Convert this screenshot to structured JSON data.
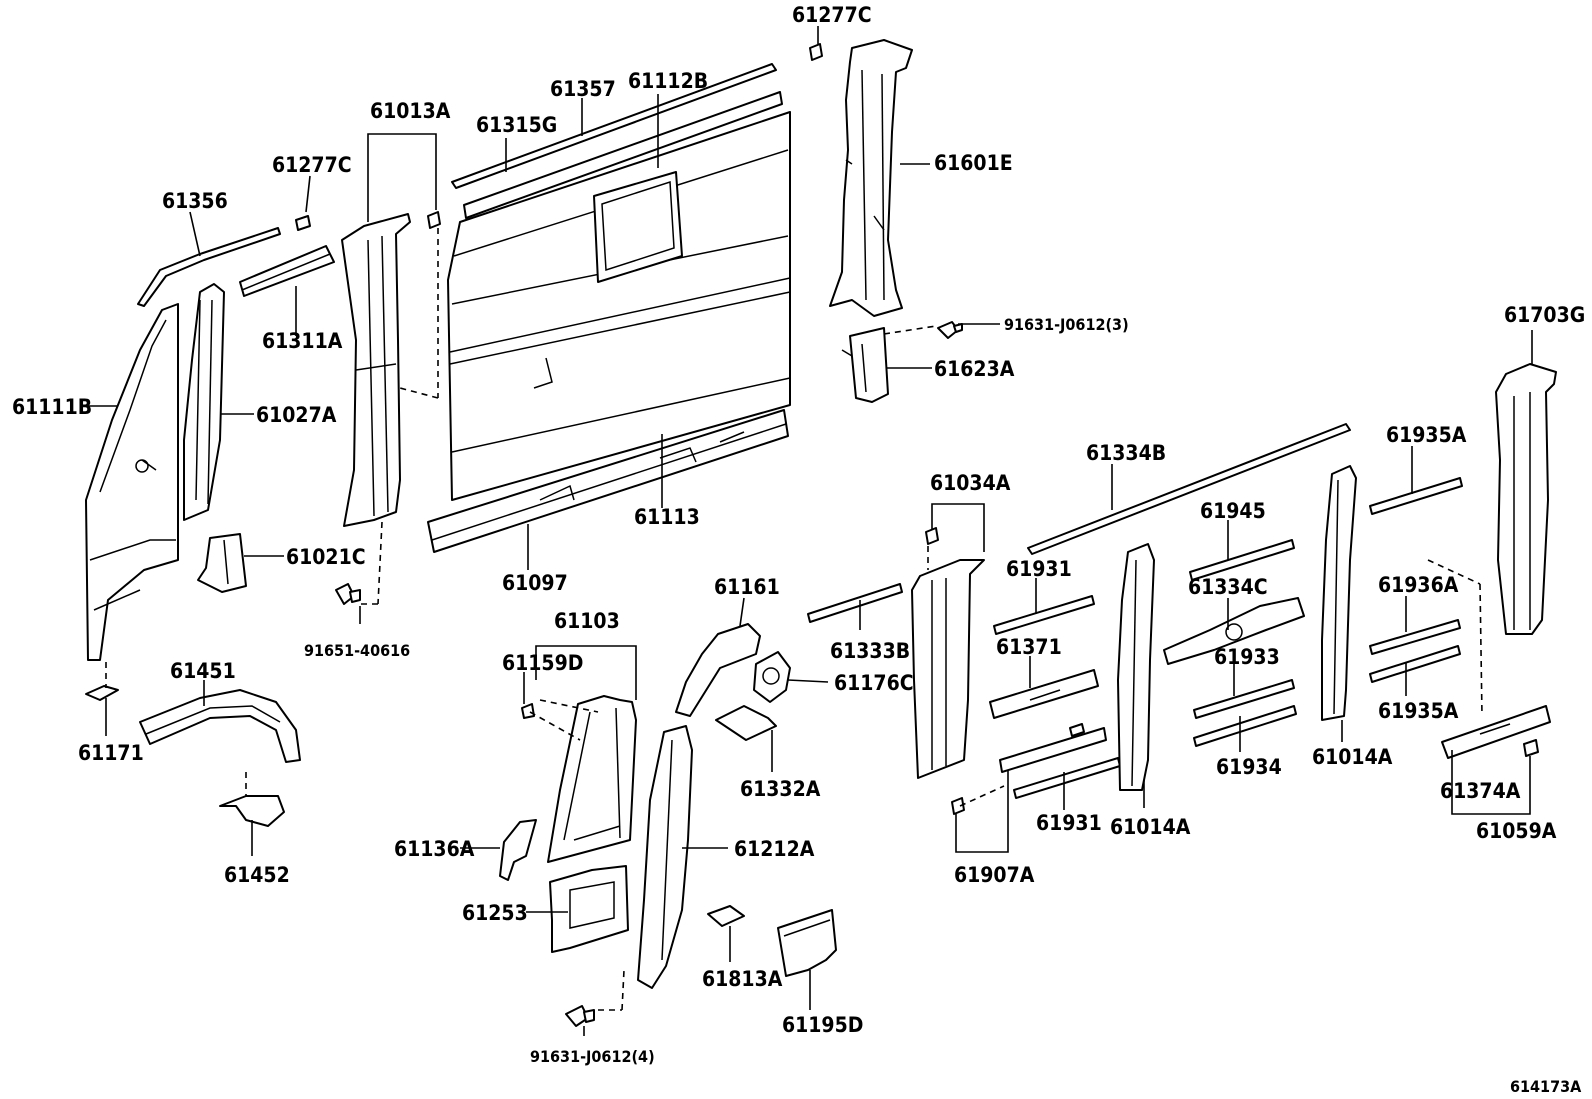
{
  "diagram": {
    "parts": {
      "p61277C_top": "61277C",
      "p61357": "61357",
      "p61112B": "61112B",
      "p61013A": "61013A",
      "p61315G": "61315G",
      "p61601E": "61601E",
      "p61277C_left": "61277C",
      "p61356": "61356",
      "p61311A": "61311A",
      "p91631_3": "91631-J0612(3)",
      "p61623A": "61623A",
      "p61703G": "61703G",
      "p61111B": "61111B",
      "p61027A": "61027A",
      "p61935A_top": "61935A",
      "p61334B": "61334B",
      "p61034A": "61034A",
      "p61113": "61113",
      "p61945": "61945",
      "p61021C": "61021C",
      "p61931_top": "61931",
      "p61334C": "61334C",
      "p61936A": "61936A",
      "p61097": "61097",
      "p61161": "61161",
      "p61103": "61103",
      "p61333B": "61333B",
      "p61371": "61371",
      "p61933": "61933",
      "p91651": "91651-40616",
      "p61159D": "61159D",
      "p61176C": "61176C",
      "p61451": "61451",
      "p61935A_bottom": "61935A",
      "p61014A_right": "61014A",
      "p61171": "61171",
      "p61332A": "61332A",
      "p61934": "61934",
      "p61374A": "61374A",
      "p61931_bottom": "61931",
      "p61014A_mid": "61014A",
      "p61059A": "61059A",
      "p61136A": "61136A",
      "p61212A": "61212A",
      "p61452": "61452",
      "p61907A": "61907A",
      "p61253": "61253",
      "p61813A": "61813A",
      "p61195D": "61195D",
      "p91631_4": "91631-J0612(4)"
    },
    "figure_code": "614173A"
  }
}
